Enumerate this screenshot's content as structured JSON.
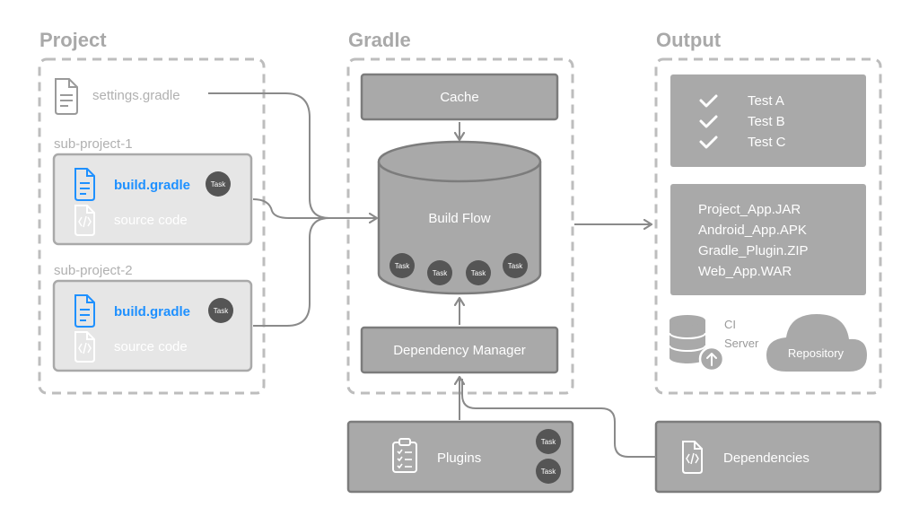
{
  "sections": {
    "project": "Project",
    "gradle": "Gradle",
    "output": "Output"
  },
  "project": {
    "settings_file": "settings.gradle",
    "sub1": {
      "label": "sub-project-1",
      "build_file": "build.gradle",
      "source": "source code",
      "task": "Task"
    },
    "sub2": {
      "label": "sub-project-2",
      "build_file": "build.gradle",
      "source": "source code",
      "task": "Task"
    }
  },
  "gradle": {
    "cache": "Cache",
    "build_flow": "Build Flow",
    "tasks": [
      "Task",
      "Task",
      "Task",
      "Task"
    ],
    "dependency_manager": "Dependency Manager"
  },
  "plugins": {
    "label": "Plugins",
    "tasks": [
      "Task",
      "Task"
    ]
  },
  "dependencies": {
    "label": "Dependencies"
  },
  "output": {
    "tests": [
      "Test A",
      "Test B",
      "Test C"
    ],
    "artifacts": [
      "Project_App.JAR",
      "Android_App.APK",
      "Gradle_Plugin.ZIP",
      "Web_App.WAR"
    ],
    "ci_server": [
      "CI",
      "Server"
    ],
    "repository": "Repository"
  },
  "colors": {
    "box": "#a9a9a9",
    "box_border": "#7c7c7c",
    "dashed": "#bdbdbd",
    "arrow": "#8a8a8a",
    "subproject_fill": "#e6e6e6",
    "accent_blue": "#1e90ff"
  }
}
